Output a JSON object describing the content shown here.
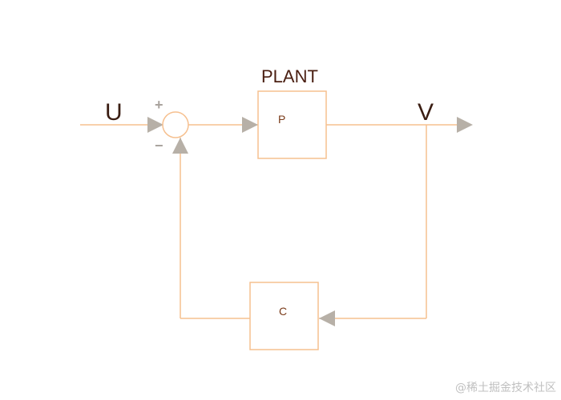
{
  "diagram": {
    "input_label": "U",
    "output_label": "V",
    "plant_title": "PLANT",
    "plant_block_label": "P",
    "controller_block_label": "C",
    "summing_plus": "+",
    "summing_minus": "−"
  },
  "watermark": "@稀土掘金技术社区",
  "colors": {
    "line": "#f6c08f",
    "arrow": "#b7b0a7",
    "text_dark": "#3a1d12",
    "block_text": "#7a3b1a",
    "watermark": "#c0c0c0"
  }
}
